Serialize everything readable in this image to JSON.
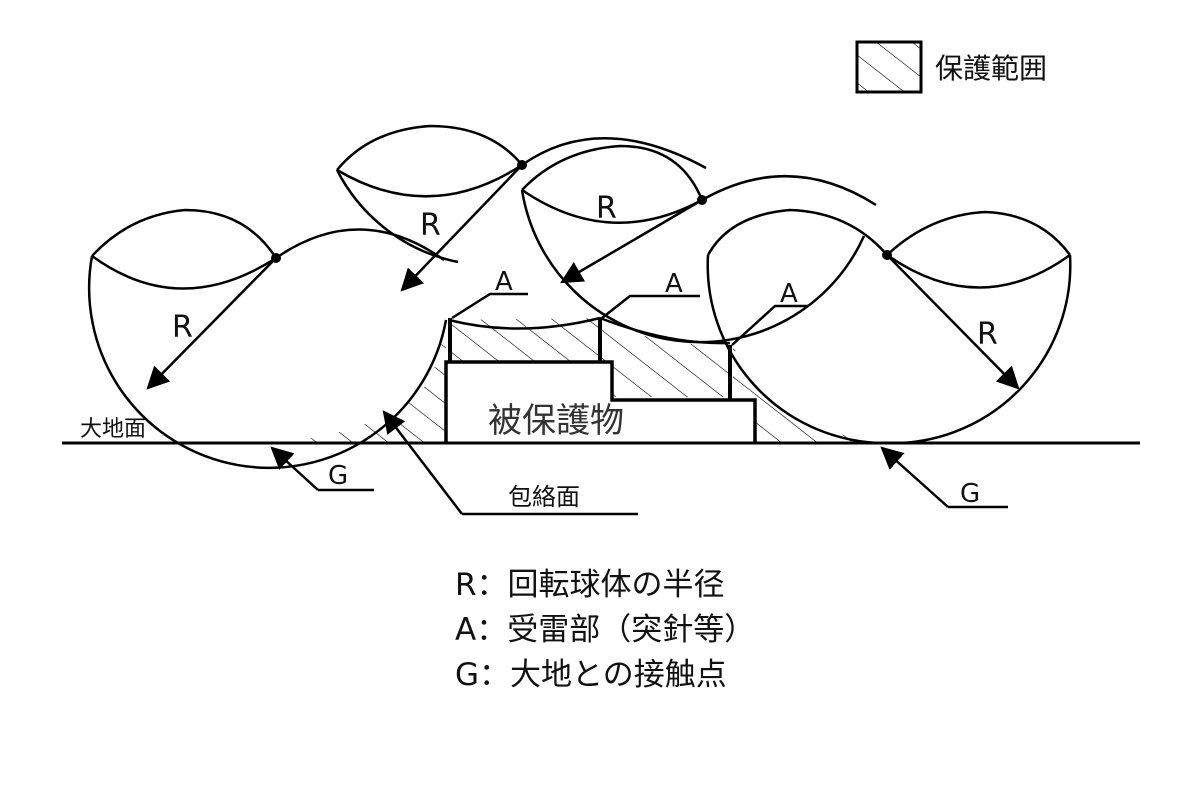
{
  "legend": {
    "label": "保護範囲"
  },
  "diagram": {
    "radius_labels": [
      "R",
      "R",
      "R",
      "R"
    ],
    "air_terminal_labels": [
      "A",
      "A",
      "A"
    ],
    "ground_contact_labels": [
      "G",
      "G"
    ],
    "ground_plane_label": "大地面",
    "envelope_label": "包絡面",
    "protected_object_label": "被保護物"
  },
  "caption": {
    "lines": [
      "R：回転球体の半径",
      "A：受雷部（突針等）",
      "G：大地との接触点"
    ]
  },
  "colors": {
    "line": "#000000",
    "text": "#111111",
    "background": "#ffffff"
  }
}
